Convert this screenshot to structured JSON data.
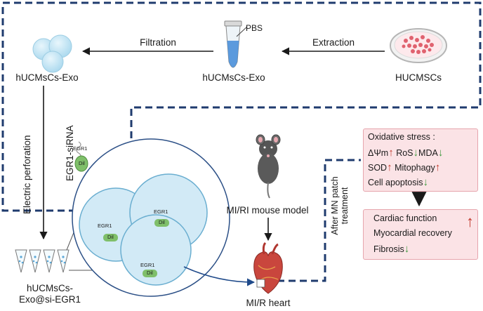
{
  "steps": {
    "filtration": "Filtration",
    "extraction": "Extraction",
    "electroporation": "Electric perforation"
  },
  "labels": {
    "pbs": "PBS",
    "exo_left": "hUCMsCs-Exo",
    "exo_middle": "hUCMsCs-Exo",
    "hucmscs": "HUCMSCs",
    "egr1_sirna": "EGR1-siRNA",
    "egr1_small": "EGR1",
    "dii": "Dil",
    "exo_final_1": "hUCMsCs-",
    "exo_final_2": "Exo@si-EGR1",
    "mouse_model": "MI/RI mouse model",
    "heart": "MI/R heart",
    "treatment_1": "After MN patch",
    "treatment_2": "treatment"
  },
  "results": {
    "oxidative_title": "Oxidative stress :",
    "mmp": "ΔΨm",
    "ros": "RoS",
    "mda": "MDA",
    "sod": "SOD",
    "mitophagy": "Mitophagy",
    "apoptosis": "Cell apoptosis",
    "cardiac_function": "Cardiac function",
    "myocardial_recovery": "Myocardial recovery",
    "fibrosis": "Fibrosis"
  },
  "symbols": {
    "up": "↑",
    "down": "↓"
  },
  "colors": {
    "frame": "#1f3b6e",
    "up_arrow": "#c0392b",
    "down_arrow": "#3d9a3d",
    "result_box_fill": "#fbe3e6",
    "result_box_border": "#e6a5ad",
    "dii_label": "#7fbf6a"
  }
}
